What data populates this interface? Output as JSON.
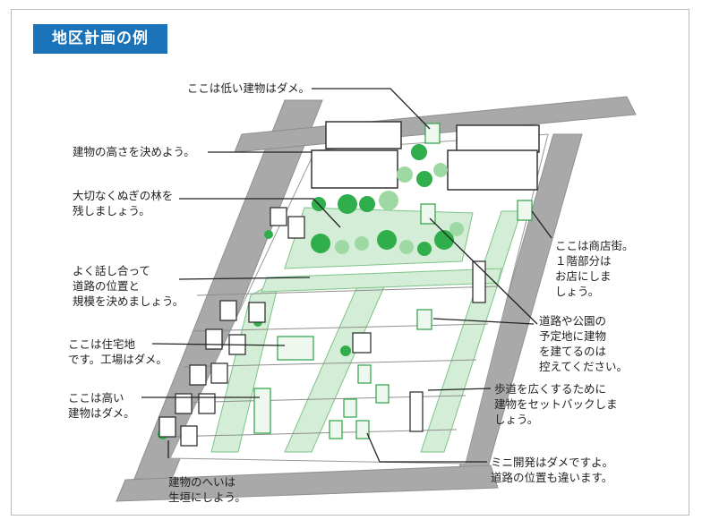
{
  "title": "地区計画の例",
  "colors": {
    "title_bg": "#1a72b8",
    "road": "#a8a8a8",
    "green_zone": "#d3ecd6",
    "tree": "#2fae4b",
    "tree_light": "#9ed9a4"
  },
  "labels": {
    "low_buildings": "ここは低い建物はダメ。",
    "height": "建物の高さを決めよう。",
    "forest": "大切なくぬぎの林を\n残しましょう。",
    "roads": "よく話し合って\n道路の位置と\n規模を決めましょう。",
    "residential": "ここは住宅地\nです。工場はダメ。",
    "high_buildings": "ここは高い\n建物はダメ。",
    "hedge": "建物のへいは\n生垣にしよう。",
    "shopping": "ここは商店街。\n１階部分は\nお店にしま\nしょう。",
    "planned": "道路や公園の\n予定地に建物\nを建てるのは\n控えてください。",
    "setback": "歩道を広くするために\n建物をセットバックしま\nしょう。",
    "mini_dev": "ミニ開発はダメですよ。\n道路の位置も違います。"
  }
}
